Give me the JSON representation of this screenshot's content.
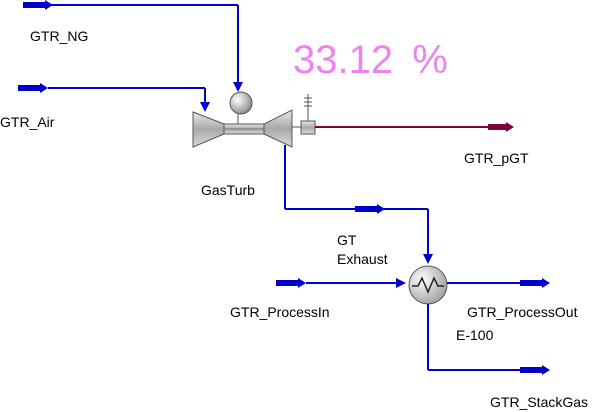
{
  "efficiency": {
    "value": "33.12",
    "unit": "%",
    "color": "#ee82ee"
  },
  "streams": {
    "gtr_ng": "GTR_NG",
    "gtr_air": "GTR_Air",
    "gtr_pgt": "GTR_pGT",
    "gt_exhaust_line1": "GT",
    "gt_exhaust_line2": "Exhaust",
    "gtr_process_in": "GTR_ProcessIn",
    "gtr_process_out": "GTR_ProcessOut",
    "gtr_stack_gas": "GTR_StackGas"
  },
  "units": {
    "gas_turbine": "GasTurb",
    "heat_exchanger": "E-100"
  },
  "colors": {
    "material_stream": "#0000cc",
    "energy_stream": "#800040",
    "equipment_gray": "#b0b0b0"
  },
  "icons": {
    "gas_turbine": "gas-turbine-icon",
    "heat_exchanger": "heat-exchanger-icon"
  }
}
